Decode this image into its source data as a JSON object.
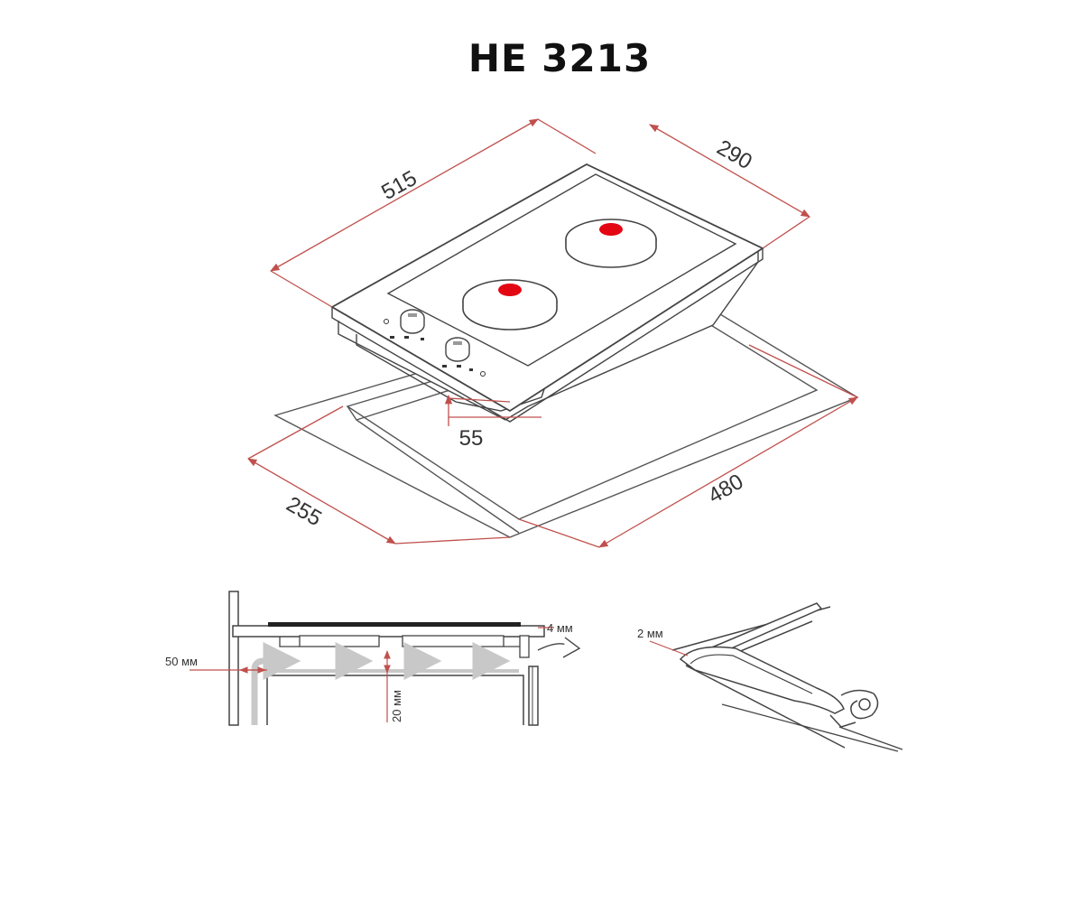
{
  "title": "HE 3213",
  "top_view": {
    "length_label": "515",
    "width_label": "290",
    "height_label": "55",
    "cutout_width_label": "255",
    "cutout_length_label": "480"
  },
  "side_view": {
    "gap_label": "4 мм",
    "clearance_label": "50 мм",
    "depth_label": "20 мм"
  },
  "detail_view": {
    "seal_label": "2 мм"
  },
  "colors": {
    "dimension_line": "#c0504d",
    "burner_center": "#e30613",
    "outline": "#333333",
    "airflow": "#c8c8c8"
  }
}
